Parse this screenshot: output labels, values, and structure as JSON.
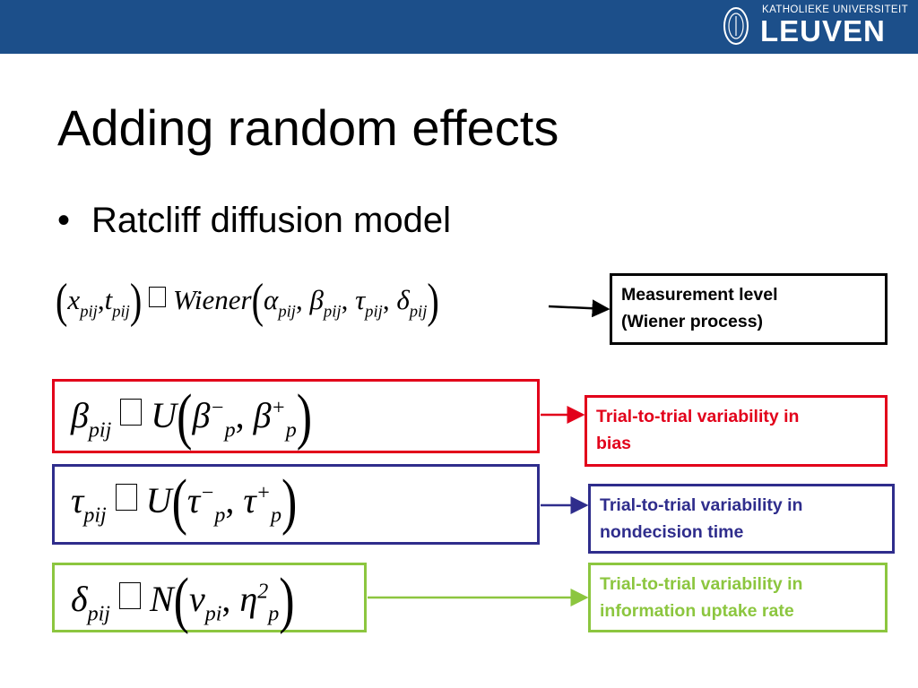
{
  "header": {
    "university_small": "KATHOLIEKE UNIVERSITEIT",
    "university_big": "LEUVEN",
    "bar_color": "#1c4f8a"
  },
  "slide": {
    "title": "Adding random effects",
    "bullet": "Ratcliff diffusion model"
  },
  "equations": {
    "main": {
      "x": "x",
      "t": "t",
      "sub": "pij",
      "wiener": "Wiener",
      "alpha": "α",
      "beta": "β",
      "tau": "τ",
      "delta": "δ"
    },
    "beta_eq": {
      "lhs": "β",
      "sub": "pij",
      "dist": "U",
      "a": "β",
      "a_sup": "−",
      "b": "β",
      "b_sup": "+",
      "p": "p"
    },
    "tau_eq": {
      "lhs": "τ",
      "sub": "pij",
      "dist": "U",
      "a": "τ",
      "a_sup": "−",
      "b": "τ",
      "b_sup": "+",
      "p": "p"
    },
    "delta_eq": {
      "lhs": "δ",
      "sub": "pij",
      "dist": "N",
      "a": "ν",
      "a_sub": "pi",
      "b": "η",
      "b_sup": "2",
      "p": "p"
    }
  },
  "labels": {
    "measurement": [
      "Measurement level",
      "(Wiener process)"
    ],
    "bias": [
      "Trial-to-trial variability in",
      "bias"
    ],
    "nondecision": [
      "Trial-to-trial variability in",
      "nondecision time"
    ],
    "information": [
      "Trial-to-trial variability in",
      "information uptake rate"
    ]
  },
  "colors": {
    "red": "#e2001a",
    "blue": "#2f2d8c",
    "green": "#8cc63f",
    "black": "#000000"
  }
}
